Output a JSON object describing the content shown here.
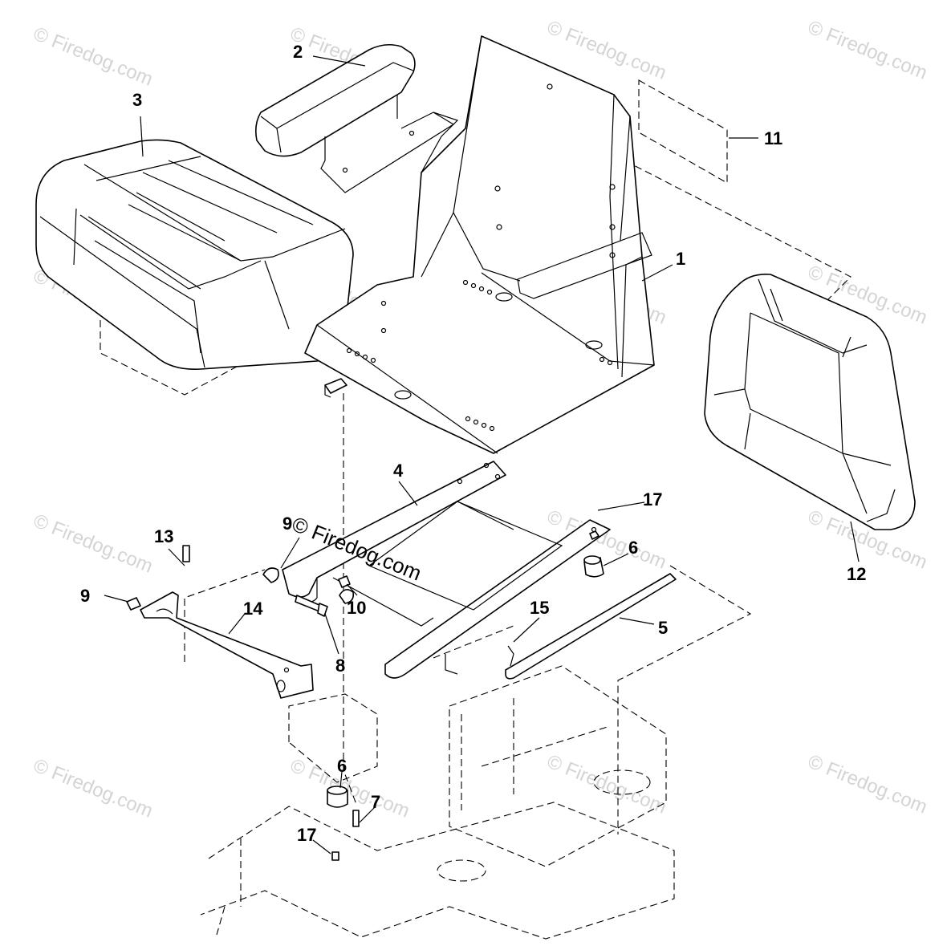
{
  "watermark": {
    "repeat_text": "© Firedog.com",
    "main_text": "© Firedog.com"
  },
  "callouts": {
    "c1": "1",
    "c2": "2",
    "c3": "3",
    "c4": "4",
    "c5": "5",
    "c6a": "6",
    "c6b": "6",
    "c7": "7",
    "c8": "8",
    "c9a": "9",
    "c9b": "9",
    "c10": "10",
    "c11": "11",
    "c12": "12",
    "c13": "13",
    "c14": "14",
    "c15": "15",
    "c17a": "17",
    "c17b": "17"
  }
}
